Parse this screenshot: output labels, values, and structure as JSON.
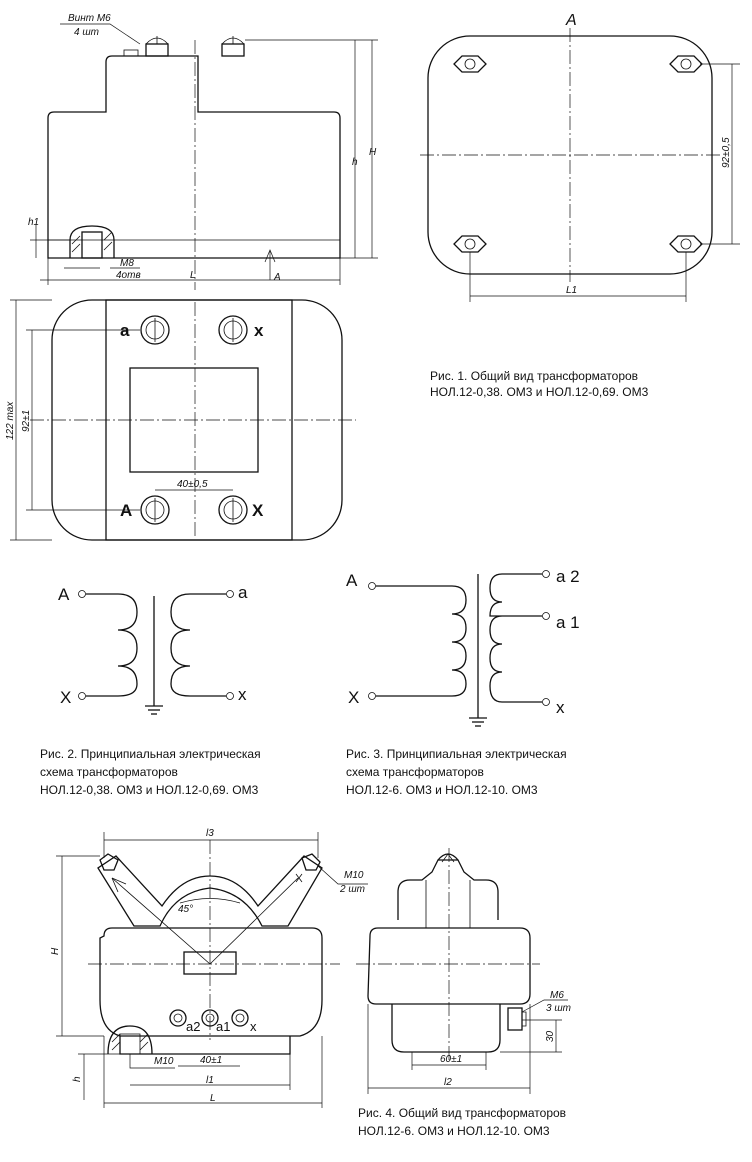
{
  "fig1": {
    "caption_line1": "Рис. 1. Общий вид трансформаторов",
    "caption_line2": "НОЛ.12-0,38. ОМ3 и НОЛ.12-0,69. ОМ3",
    "screw_note": "Винт М6",
    "screw_count": "4 шт",
    "bolt_note": "М8",
    "bolt_count": "4отв",
    "dim_L": "L",
    "dim_h": "h",
    "dim_H": "H",
    "dim_h1": "h1",
    "view_mark": "А",
    "dim_122": "122 max",
    "dim_92": "92±1",
    "dim_40": "40±0,5",
    "dim_92_side": "92±0,5",
    "dim_L1": "L1",
    "term_a": "a",
    "term_x": "x",
    "term_A": "A",
    "term_X": "X"
  },
  "fig2": {
    "caption_line1": "Рис. 2. Принципиальная электрическая",
    "caption_line2": "схема трансформаторов",
    "caption_line3": "НОЛ.12-0,38. ОМ3 и НОЛ.12-0,69. ОМ3",
    "A": "A",
    "X": "X",
    "a": "a",
    "x": "x"
  },
  "fig3": {
    "caption_line1": "Рис. 3. Принципиальная электрическая",
    "caption_line2": "схема  трансформаторов",
    "caption_line3": "НОЛ.12-6. ОМ3 и НОЛ.12-10. ОМ3",
    "A": "A",
    "X": "X",
    "a2": "a 2",
    "a1": "a 1",
    "x": "x"
  },
  "fig4": {
    "caption_line1": "Рис. 4. Общий вид трансформаторов",
    "caption_line2": "НОЛ.12-6. ОМ3 и НОЛ.12-10. ОМ3",
    "dim_l3": "l3",
    "dim_m10": "М10",
    "m10_count": "2 шт",
    "angle": "45°",
    "dim_H": "H",
    "dim_h": "h",
    "dim_l1": "l1",
    "dim_l": "L",
    "dim_40": "40±1",
    "bolt_m10": "М10",
    "t_a2": "a2",
    "t_a1": "a1",
    "t_x": "x",
    "side_m6": "М6",
    "side_m6_count": "3 шт",
    "dim_30": "30",
    "dim_60": "60±1",
    "dim_l2": "l2"
  }
}
